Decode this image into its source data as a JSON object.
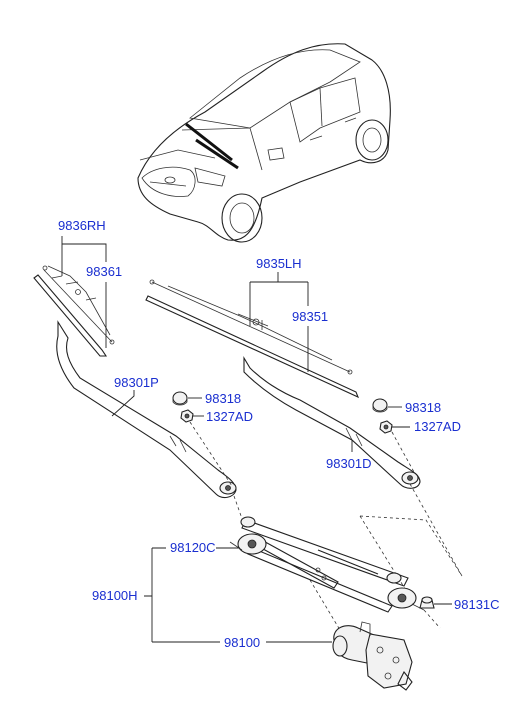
{
  "labels": {
    "blade_rh": "9836RH",
    "refill_rh": "98361",
    "blade_lh": "9835LH",
    "refill_lh": "98351",
    "arm_passenger": "98301P",
    "cap_left": "98318",
    "nut_left": "1327AD",
    "cap_right": "98318",
    "nut_right": "1327AD",
    "arm_driver": "98301D",
    "linkage": "98120C",
    "motor_assy": "98100H",
    "cap_linkage": "98131C",
    "motor": "98100"
  }
}
